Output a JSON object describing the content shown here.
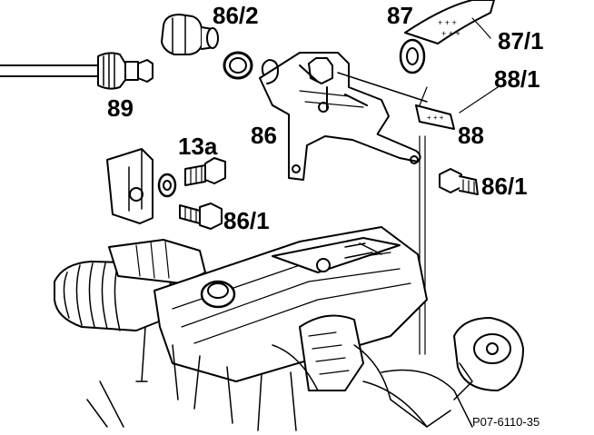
{
  "colors": {
    "ink": "#000000",
    "paper": "#ffffff"
  },
  "labels": {
    "l89": "89",
    "l86_2": "86/2",
    "l87": "87",
    "l87_1": "87/1",
    "l88_1": "88/1",
    "l86": "86",
    "l88": "88",
    "l13a": "13a",
    "l86_1_right": "86/1",
    "l86_1_left": "86/1"
  },
  "reference_code": "P07-6110-35",
  "icons": {
    "cable": "throttle-cable-icon",
    "union": "union-nut-icon",
    "ring": "sealing-ring-icon",
    "bracket": "mounting-bracket-icon",
    "clip": "cable-clip-icon",
    "bolt": "bolt-icon",
    "washer": "washer-icon",
    "engine": "engine-assembly-icon"
  }
}
